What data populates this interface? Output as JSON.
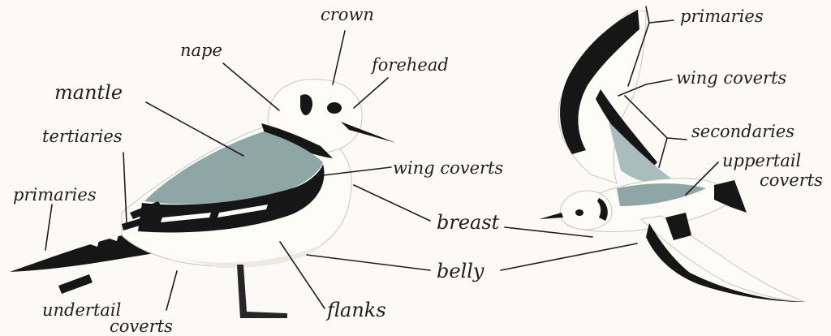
{
  "labels": {
    "crown": "crown",
    "nape": "nape",
    "forehead": "forehead",
    "mantle": "mantle",
    "tertiaries": "tertiaries",
    "primaries_left": "primaries",
    "wing_coverts_left": "wing coverts",
    "breast": "breast",
    "belly": "belly",
    "undertail_coverts": [
      "undertail",
      "coverts"
    ],
    "flanks": "flanks",
    "primaries_right": "primaries",
    "wing_coverts_right": "wing coverts",
    "secondaries": "secondaries",
    "uppertail_coverts": [
      "uppertail",
      "coverts"
    ]
  },
  "colors": {
    "ink": "#1e1e1e",
    "background": "#fbfaf6",
    "mantle_grey": "#8ea6a6",
    "feather_black": "#161616",
    "body_white": "#fdfcf7",
    "shadow": "#ecebe2",
    "leg": "#262626"
  }
}
